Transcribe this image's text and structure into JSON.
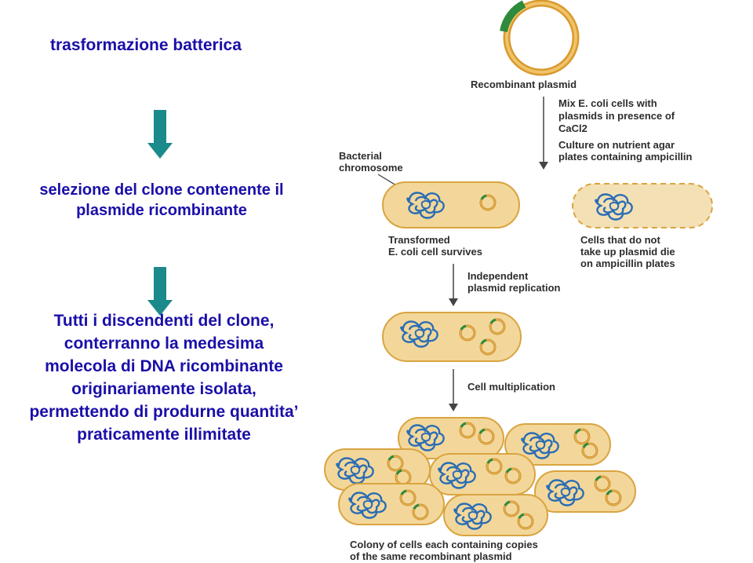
{
  "left": {
    "title": "trasformazione batterica",
    "step2_lines": [
      "selezione del clone contenente il",
      "plasmide ricombinante"
    ],
    "step3_lines": [
      "Tutti i discendenti del clone,",
      "conterranno la medesima",
      "molecola di DNA ricombinante",
      "originariamente isolata,",
      "permettendo di produrne quantita’",
      "praticamente illimitate"
    ]
  },
  "diagram": {
    "recombinant_plasmid": "Recombinant plasmid",
    "mix_lines": [
      "Mix E. coli cells with",
      "plasmids in presence of",
      "CaCl2"
    ],
    "culture_lines": [
      "Culture on nutrient agar",
      "plates containing ampicillin"
    ],
    "bacterial_chromosome_lines": [
      "Bacterial",
      "chromosome"
    ],
    "transformed_lines": [
      "Transformed",
      "E. coli cell survives"
    ],
    "die_lines": [
      "Cells that do not",
      "take up plasmid die",
      "on ampicillin plates"
    ],
    "replication_lines": [
      "Independent",
      "plasmid replication"
    ],
    "cell_multiplication": "Cell multiplication",
    "colony_lines": [
      "Colony of cells each containing copies",
      "of the same recombinant plasmid"
    ]
  },
  "colors": {
    "text_blue": "#1a0fa8",
    "arrow_teal": "#1a8a8a",
    "cell_fill": "#f3d79a",
    "cell_stroke": "#d9a441",
    "chromosome": "#2a6db5",
    "plasmid_ring": "#e0a53a",
    "insert_green": "#2e8b3c"
  }
}
